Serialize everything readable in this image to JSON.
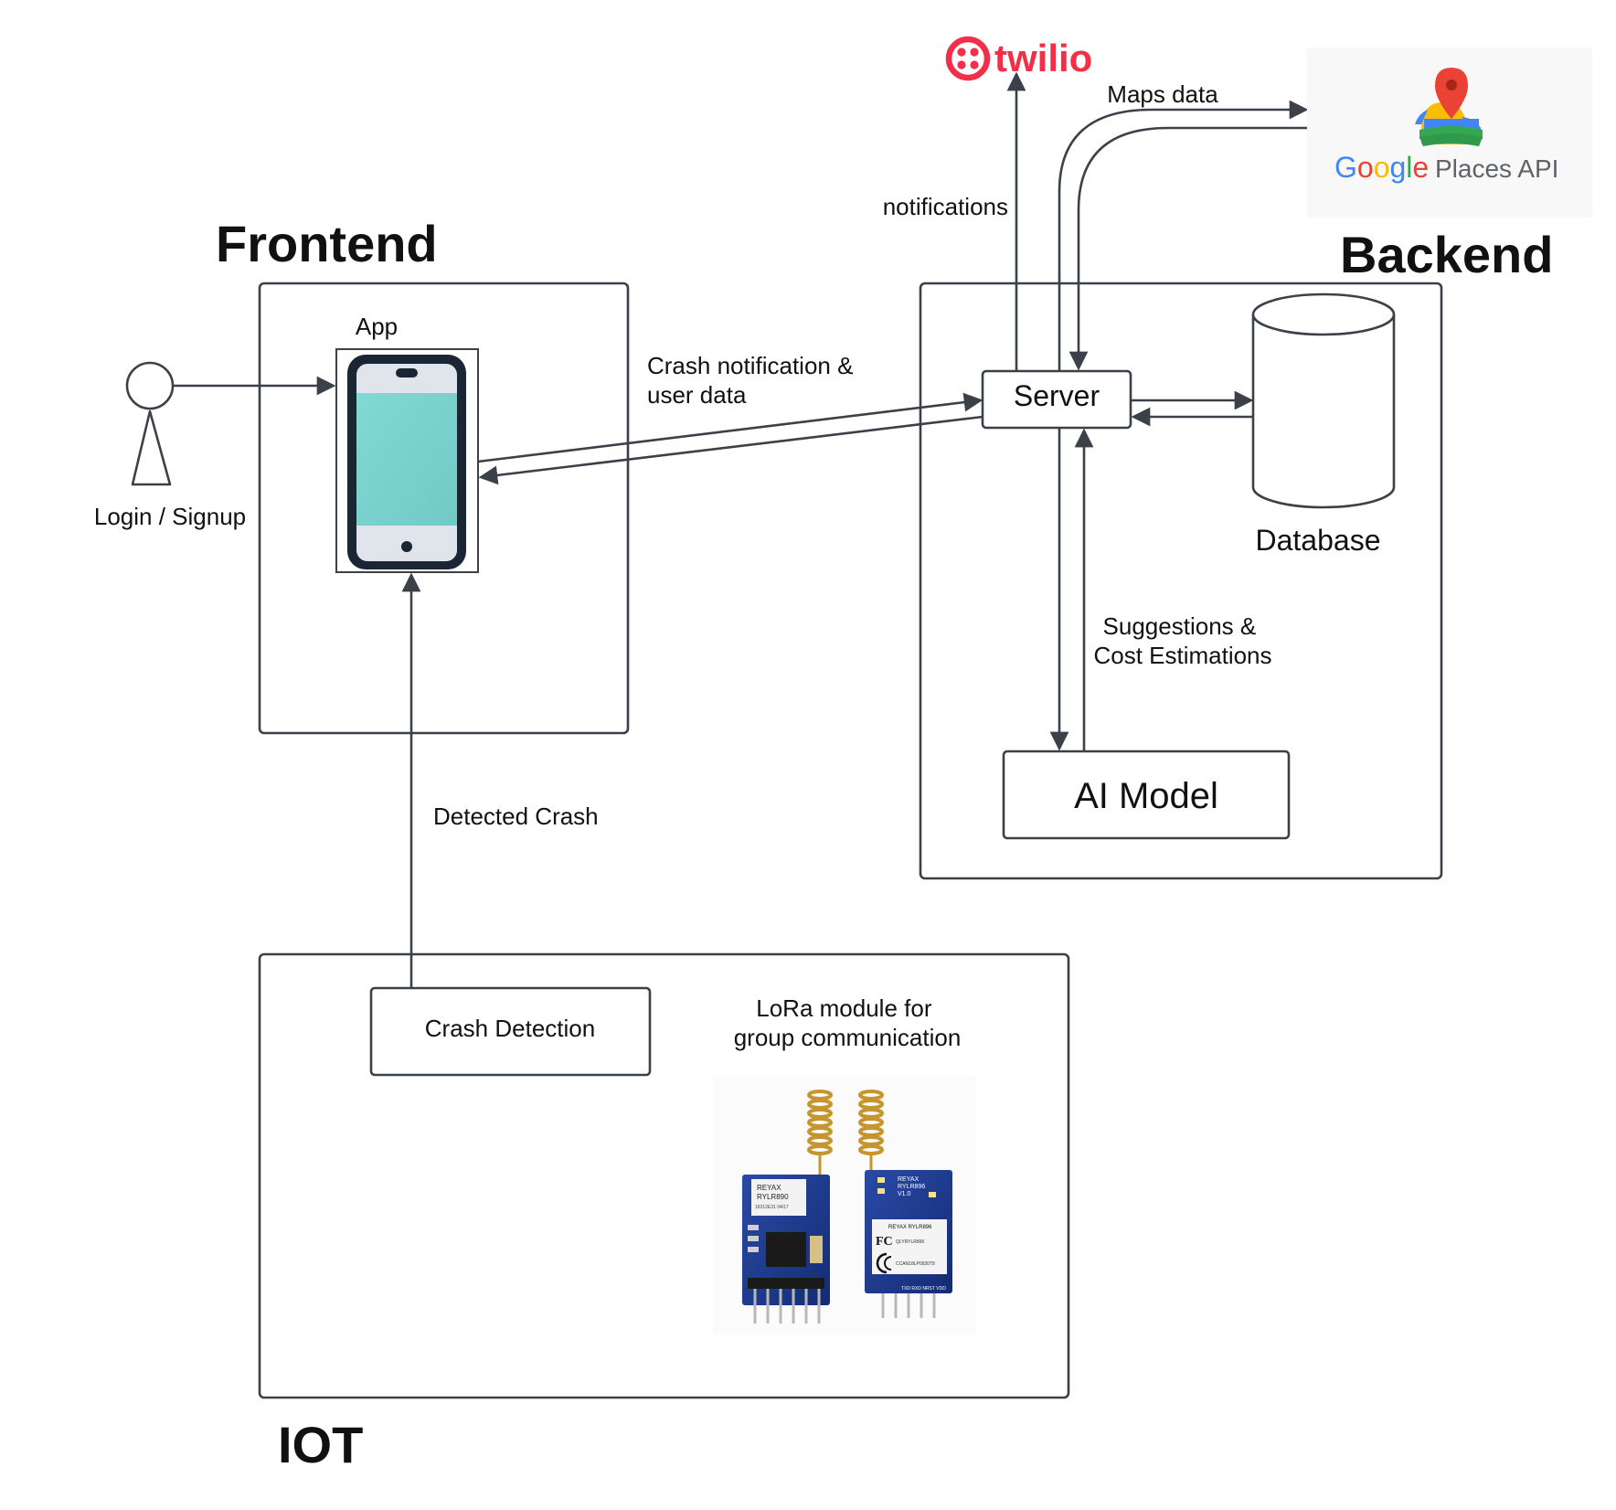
{
  "sections": {
    "frontend": "Frontend",
    "backend": "Backend",
    "iot": "IOT"
  },
  "nodes": {
    "app": "App",
    "user": "Login / Signup",
    "server": "Server",
    "database": "Database",
    "ai_model": "AI Model",
    "crash_detection": "Crash Detection",
    "lora": [
      "LoRa module for",
      "group communication"
    ]
  },
  "edges": {
    "crash_notification": [
      "Crash notification &",
      "user data"
    ],
    "notifications": "notifications",
    "maps_data": "Maps data",
    "suggestions": [
      "Suggestions &",
      "Cost Estimations"
    ],
    "detected_crash": "Detected Crash"
  },
  "logos": {
    "twilio": "twilio",
    "google": [
      "G",
      "o",
      "o",
      "g",
      "l",
      "e"
    ],
    "google_colors": [
      "#4285F4",
      "#EA4335",
      "#FBBC05",
      "#4285F4",
      "#34A853",
      "#EA4335"
    ],
    "places_api": "Places API"
  },
  "lora_boards": {
    "board1": [
      "REYAX",
      "RYLR890",
      "16312E31  04/17"
    ],
    "board2": [
      "REYAX",
      "RYLR896",
      "V1.0",
      "REYAX RYLR896",
      "QLYRYLR896",
      "CCAN18LP0920T8",
      "TXD RXD NRST VDD"
    ]
  },
  "colors": {
    "line": "#3c4048",
    "twilio_red": "#f22f46",
    "phone_screen": "#7dd3cf",
    "phone_body": "#1b2634",
    "board_blue": "#1c3a8c",
    "antenna_gold": "#c7952e"
  }
}
